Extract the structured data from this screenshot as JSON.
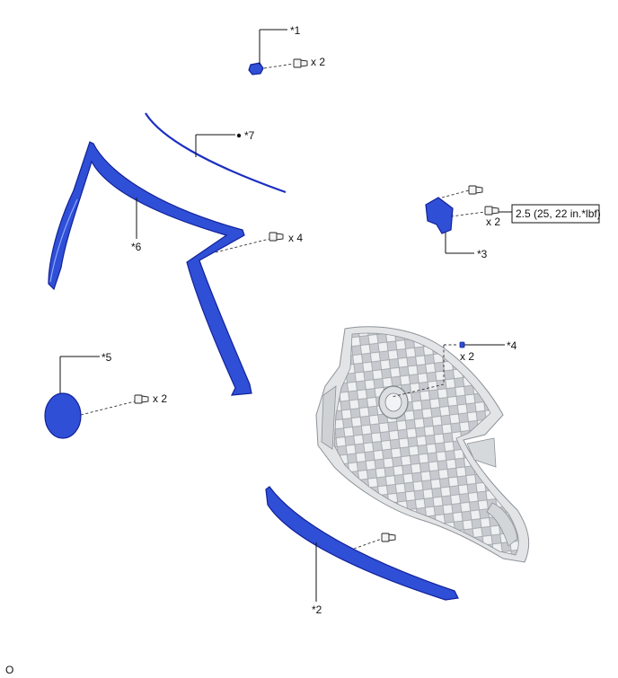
{
  "labels": {
    "p1": "*1",
    "p2": "*2",
    "p3": "*3",
    "p4": "*4",
    "p5": "*5",
    "p6": "*6",
    "p7": "*7"
  },
  "quantities": {
    "q1": "x 2",
    "q3": "x 2",
    "q4": "x 2",
    "q5": "x 2",
    "q6": "x 4"
  },
  "torque_spec": "2.5 (25, 22 in.*lbf)",
  "footer_code": "O",
  "colors": {
    "part_blue": "#2f4fd6",
    "grille_grey": "#e2e4e6",
    "line_black": "#111111"
  }
}
